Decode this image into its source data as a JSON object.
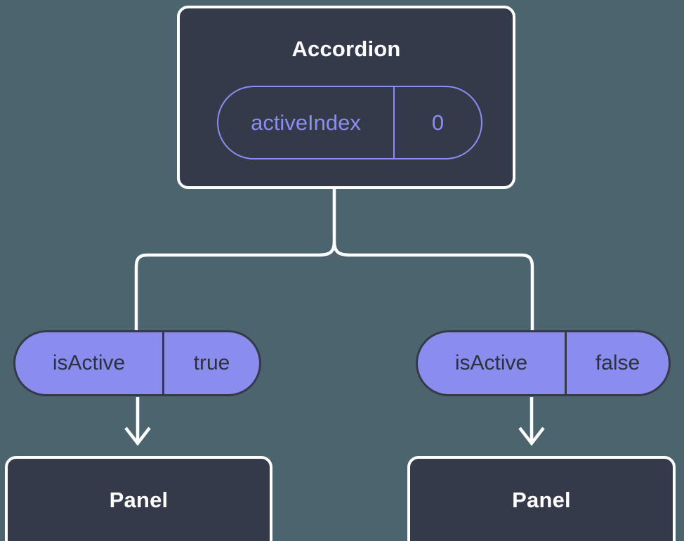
{
  "theme": {
    "background": "#4c646e",
    "node_fill": "#343a4a",
    "node_border": "#ffffff",
    "accent_purple": "#8b8ef0",
    "pill_fill": "#8a8ded",
    "pill_border": "#343a4a",
    "text_light": "#ffffff",
    "text_dark": "#2c313f",
    "connector": "#ffffff"
  },
  "diagram": {
    "type": "component-tree",
    "root": {
      "title": "Accordion",
      "state": {
        "key": "activeIndex",
        "value": "0"
      }
    },
    "branches": [
      {
        "side": "left",
        "prop": {
          "key": "isActive",
          "value": "true"
        },
        "child": {
          "title": "Panel"
        }
      },
      {
        "side": "right",
        "prop": {
          "key": "isActive",
          "value": "false"
        },
        "child": {
          "title": "Panel"
        }
      }
    ]
  }
}
